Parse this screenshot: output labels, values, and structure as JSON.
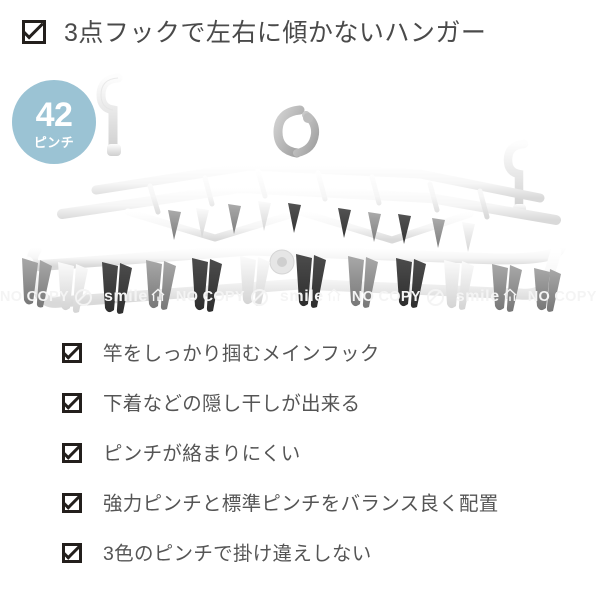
{
  "header": {
    "icon": "checkbox-checked-icon",
    "title": "3点フックで左右に傾かないハンガー"
  },
  "badge": {
    "icon": "pinch-count-badge",
    "number": "42",
    "unit": "ピンチ",
    "color": "#9bc3d4"
  },
  "product_photo": {
    "alt_name": "clothes-drying-hanger-with-42-pinch-clips",
    "frame_color": "#ffffff",
    "clip_colors": [
      "#3a3a3a",
      "#8a8a8a",
      "#e8e8e8"
    ],
    "hooks": [
      "left-hook",
      "center-main-hook",
      "right-hook"
    ]
  },
  "watermark": {
    "text": "NO COPY",
    "brand": "smile",
    "icons": [
      "no-copy-circle-slash-icon",
      "house-icon"
    ],
    "color": "#f4f4f4",
    "repeat_count": 4
  },
  "features": {
    "items": [
      {
        "icon": "checkbox-checked-icon",
        "label": "竿をしっかり掴むメインフック"
      },
      {
        "icon": "checkbox-checked-icon",
        "label": "下着などの隠し干しが出来る"
      },
      {
        "icon": "checkbox-checked-icon",
        "label": "ピンチが絡まりにくい"
      },
      {
        "icon": "checkbox-checked-icon",
        "label": "強力ピンチと標準ピンチをバランス良く配置"
      },
      {
        "icon": "checkbox-checked-icon",
        "label": "3色のピンチで掛け違えしない"
      }
    ]
  },
  "theme": {
    "background": "#ffffff",
    "title_color": "#4a4a4a",
    "body_color": "#555555",
    "icon_color": "#231f1c"
  }
}
